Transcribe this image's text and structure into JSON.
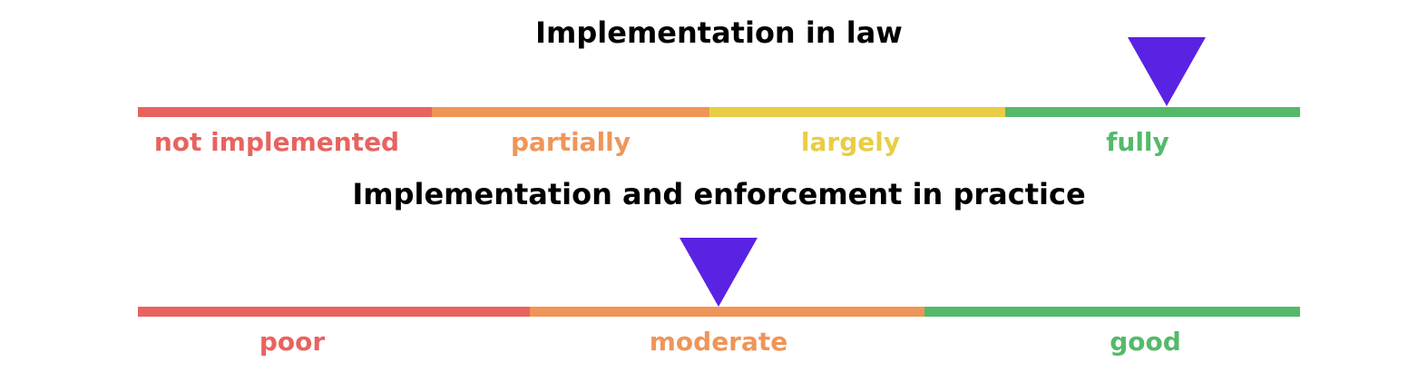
{
  "scales": [
    {
      "title": "Implementation in law",
      "segments": [
        {
          "label": "not implemented",
          "color": "#e8635f"
        },
        {
          "label": "partially",
          "color": "#ef9558"
        },
        {
          "label": "largely",
          "color": "#e9cd44"
        },
        {
          "label": "fully",
          "color": "#55b96a"
        }
      ],
      "marker_color": "#5a22e3",
      "selected": "fully"
    },
    {
      "title": "Implementation and enforcement in practice",
      "segments": [
        {
          "label": "poor",
          "color": "#e8635f"
        },
        {
          "label": "moderate",
          "color": "#ef9558"
        },
        {
          "label": "good",
          "color": "#55b96a"
        }
      ],
      "marker_color": "#5a22e3",
      "selected": "moderate"
    }
  ]
}
